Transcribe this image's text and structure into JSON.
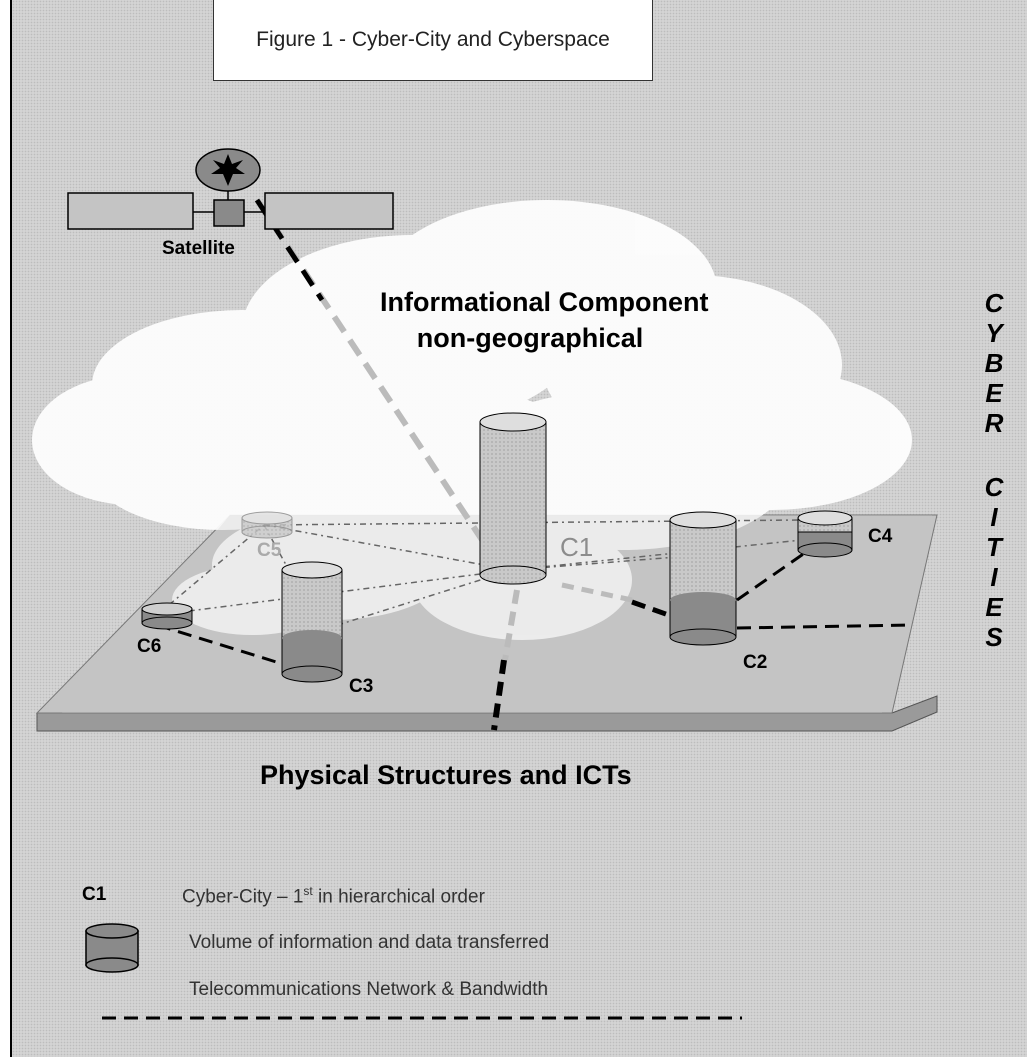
{
  "title": "Figure 1 - Cyber-City and Cyberspace",
  "satellite_label": "Satellite",
  "cloud_label": {
    "line1": "Informational Component",
    "line2": "non-geographical"
  },
  "base_label": "Physical Structures and ICTs",
  "side_label": {
    "word1": [
      "C",
      "Y",
      "B",
      "E",
      "R"
    ],
    "word2": [
      "C",
      "I",
      "T",
      "I",
      "E",
      "S"
    ]
  },
  "cities": [
    {
      "id": "C1",
      "label": "C1"
    },
    {
      "id": "C2",
      "label": "C2"
    },
    {
      "id": "C3",
      "label": "C3"
    },
    {
      "id": "C4",
      "label": "C4"
    },
    {
      "id": "C5",
      "label": "C5"
    },
    {
      "id": "C6",
      "label": "C6"
    }
  ],
  "legend": {
    "key": "C1",
    "cyber_city_pre": "Cyber-City – 1",
    "cyber_city_sup": "st",
    "cyber_city_post": " in hierarchical order",
    "volume_text": "Volume of information and data transferred",
    "network_text": "Telecommunications Network & Bandwidth"
  },
  "colors": {
    "background": "#d4d4d4",
    "cloud": "#ffffff",
    "platform": "#c6c6c6",
    "cylinder_light": "#c8c8c8",
    "cylinder_dark": "#8a8a8a",
    "satellite_panel": "#c4c4c4",
    "satellite_star": "#000000"
  }
}
